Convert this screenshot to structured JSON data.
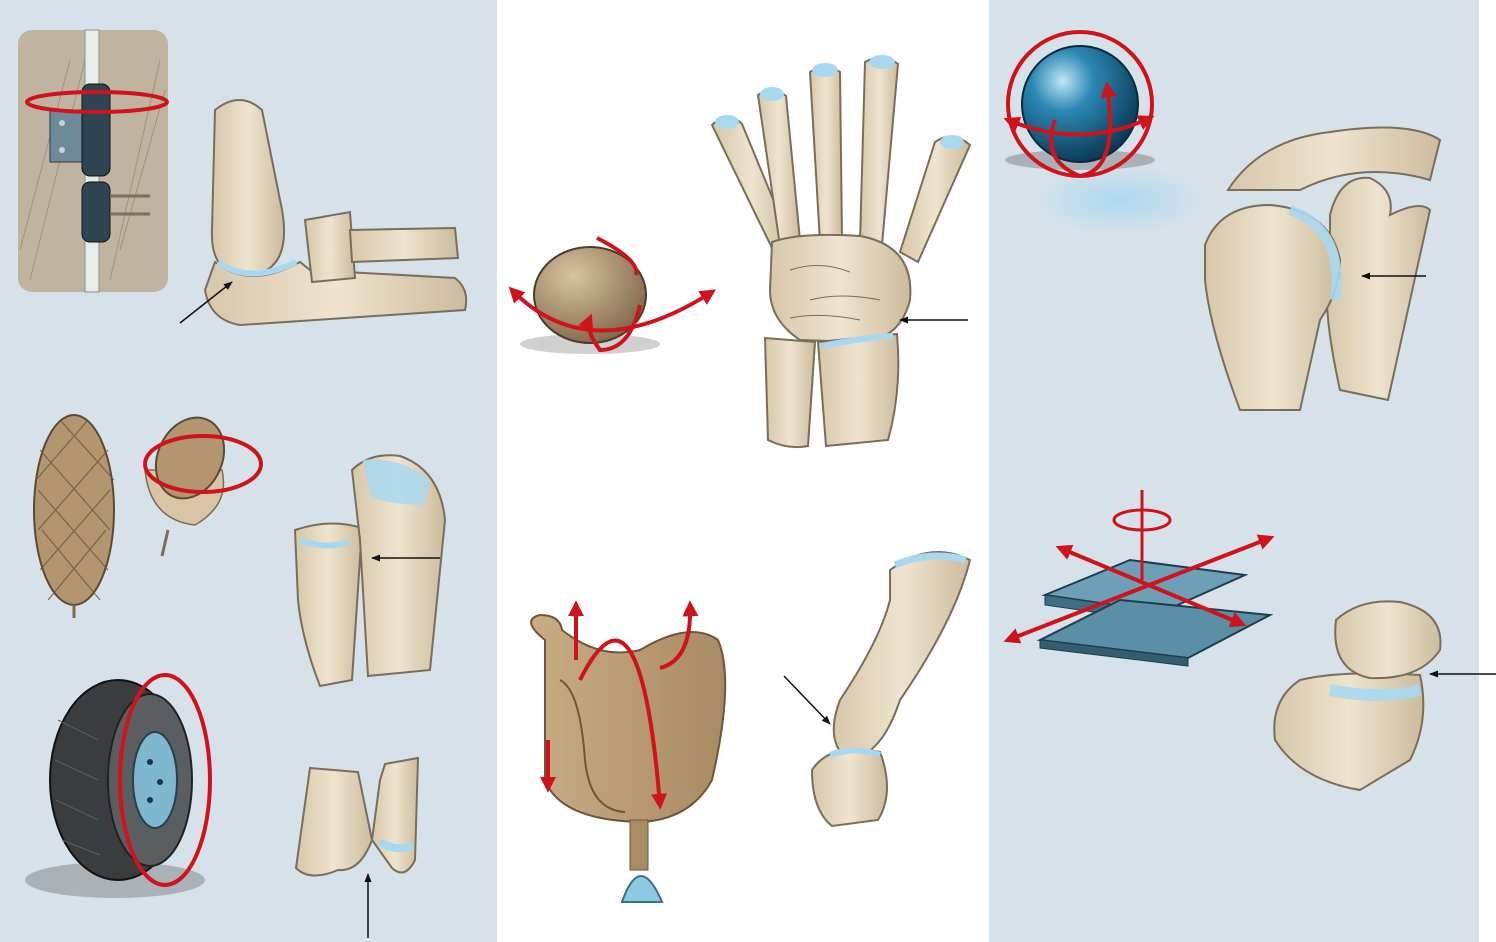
{
  "figure": {
    "colors": {
      "panel_left": "#d6e1ea",
      "panel_middle": "#ffffff",
      "panel_right": "#d6e1ea",
      "bone": "#e9dcc4",
      "bone_shade": "#cdbb9d",
      "bone_outline": "#7a6d5c",
      "cartilage": "#a8d8f0",
      "motion_arrow": "#d0121a",
      "pointer_arrow": "#111111",
      "wood": "#b79a74",
      "ball": "#1f6f96",
      "tire": "#3a3c3e",
      "plate": "#5a8fa6"
    },
    "panels": [
      {
        "id": "left",
        "groups": [
          {
            "id": "hinge",
            "analogy_icon": "door-hinge-icon",
            "bone_icon": "elbow-joint-icon"
          },
          {
            "id": "pivot-ellipsoid",
            "analogy_icon": "acorn-icon",
            "bone_icon": "radioulnar-joint-icon"
          },
          {
            "id": "wheel-pivot",
            "analogy_icon": "tire-icon",
            "bone_icon": "distal-tibiofibular-icon"
          }
        ]
      },
      {
        "id": "middle",
        "groups": [
          {
            "id": "condyloid",
            "analogy_icon": "egg-icon",
            "bone_icon": "wrist-hand-bones-icon"
          },
          {
            "id": "saddle",
            "analogy_icon": "saddle-icon",
            "bone_icon": "thumb-carpometacarpal-icon"
          }
        ]
      },
      {
        "id": "right",
        "groups": [
          {
            "id": "ball-and-socket",
            "analogy_icon": "ball-icon",
            "bone_icon": "shoulder-joint-icon"
          },
          {
            "id": "plane",
            "analogy_icon": "sliding-plates-icon",
            "bone_icon": "gliding-joint-icon"
          }
        ]
      }
    ]
  }
}
